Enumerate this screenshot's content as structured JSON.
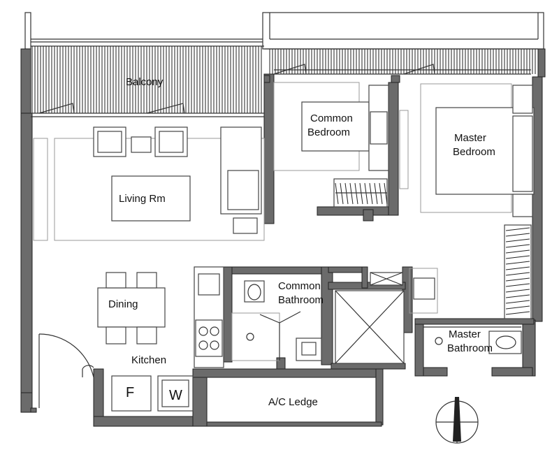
{
  "rooms": {
    "balcony": "Balcony",
    "common_bedroom_line1": "Common",
    "common_bedroom_line2": "Bedroom",
    "master_bedroom_line1": "Master",
    "master_bedroom_line2": "Bedroom",
    "living": "Living Rm",
    "dining": "Dining",
    "kitchen": "Kitchen",
    "common_bathroom_line1": "Common",
    "common_bathroom_line2": "Bathroom",
    "master_bathroom_line1": "Master",
    "master_bathroom_line2": "Bathroom",
    "ac_ledge": "A/C Ledge"
  },
  "appliances": {
    "fridge": "F",
    "washer": "W"
  },
  "colors": {
    "wall": "#6b6b6b",
    "line": "#333333",
    "background": "#ffffff"
  }
}
